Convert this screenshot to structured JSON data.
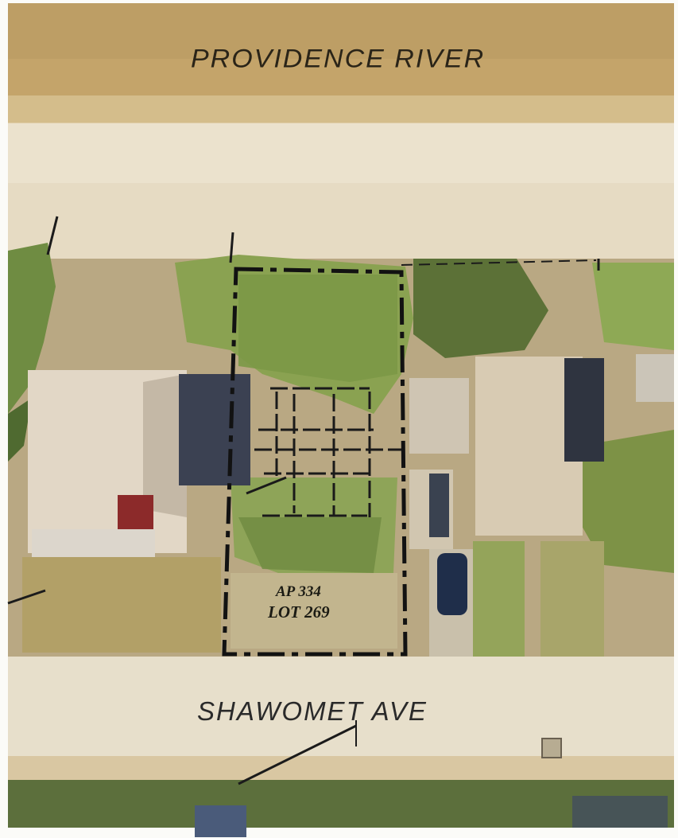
{
  "map": {
    "type": "aerial-site-plan",
    "labels": {
      "river": "PROVIDENCE RIVER",
      "street": "SHAWOMET AVE",
      "parcel_ap": "AP 334",
      "parcel_lot": "LOT 269"
    },
    "colors": {
      "water": "#c9aa6e",
      "beach": "#ece3cf",
      "vegetation": "#7f9a4e",
      "roof": "#d9cbb4",
      "road": "#e6ddc8",
      "boundary": "#141414"
    }
  }
}
